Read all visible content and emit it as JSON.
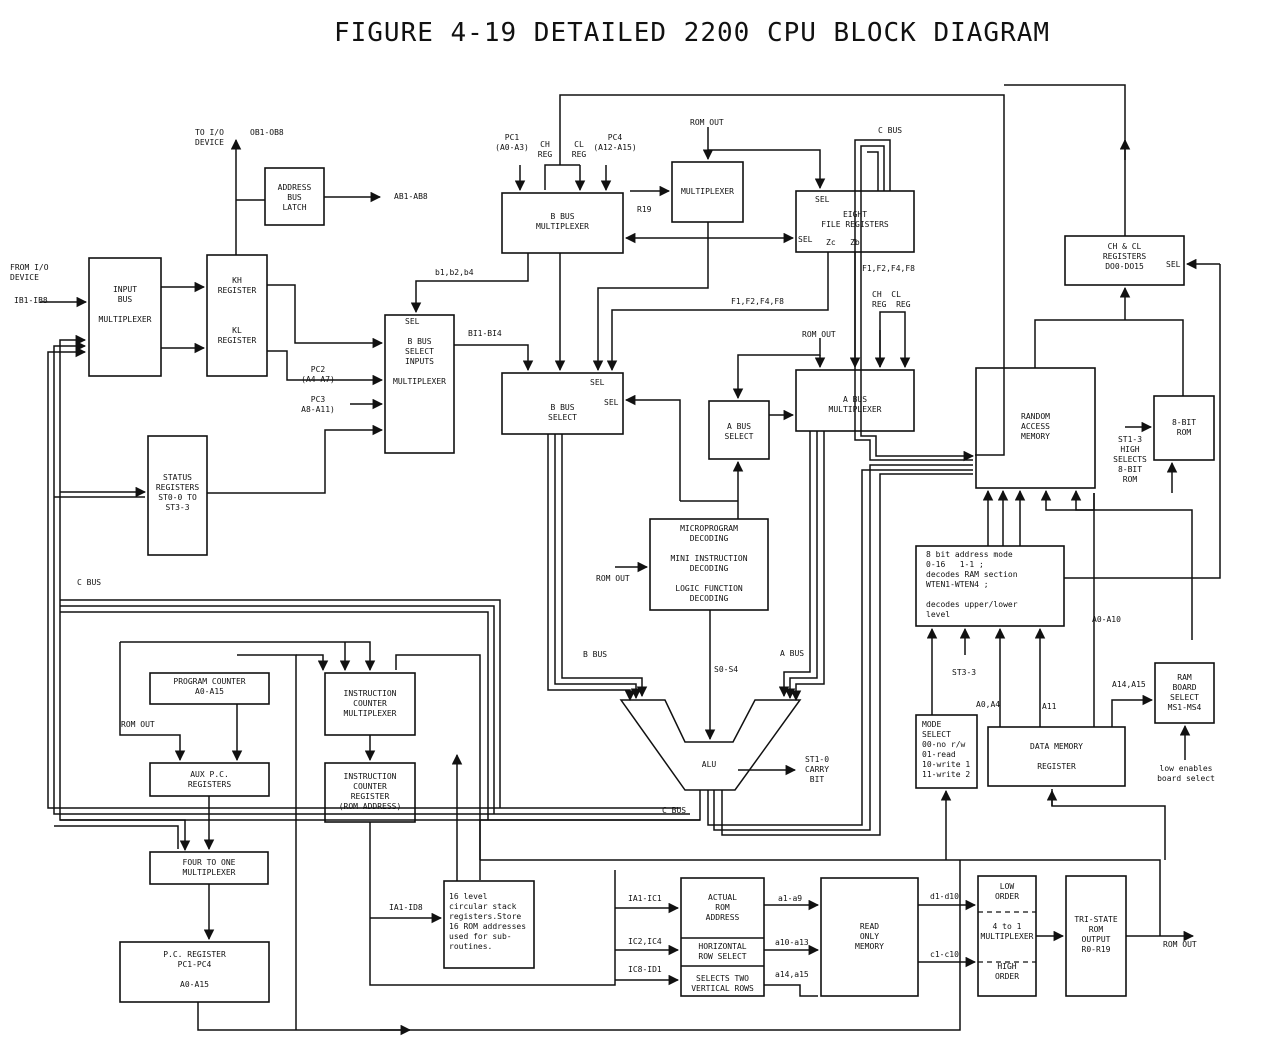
{
  "title": "FIGURE 4-19  DETAILED 2200 CPU BLOCK DIAGRAM",
  "blocks": {
    "input_bus_mux": "INPUT\nBUS\n\nMULTIPLEXER",
    "kh_kl": "KH\nREGISTER\n\n\n\nKL\nREGISTER",
    "address_bus_latch": "ADDRESS\nBUS\nLATCH",
    "status_registers": "STATUS\nREGISTERS\nST0-0 TO\nST3-3",
    "b_bus_select_inputs": "B BUS\nSELECT\nINPUTS\n\nMULTIPLEXER",
    "b_bus_mux": "B BUS\nMULTIPLEXER",
    "multiplexer": "MULTIPLEXER",
    "eight_file_registers": "EIGHT\nFILE REGISTERS",
    "b_bus_select": "B BUS\nSELECT",
    "a_bus_select": "A BUS\nSELECT",
    "a_bus_mux": "A BUS\nMULTIPLEXER",
    "microprogram_decoding": "MICROPROGRAM\nDECODING\n\nMINI INSTRUCTION\nDECODING\n\nLOGIC FUNCTION\nDECODING",
    "ch_cl_registers": "CH & CL\nREGISTERS\nDO0-DO15",
    "ram": "RANDOM\nACCESS\nMEMORY",
    "rom_8bit": "8-BIT\nROM",
    "address_mode": "8 bit address mode\n0-16   1-1 ;\ndecodes RAM section\nWTEN1-WTEN4 ;\n\ndecodes upper/lower\nlevel",
    "program_counter": "PROGRAM COUNTER\nA0-A15",
    "aux_pc_registers": "AUX P.C.\nREGISTERS",
    "instruction_counter_mux": "INSTRUCTION\nCOUNTER\nMULTIPLEXER",
    "instruction_counter_register": "INSTRUCTION\nCOUNTER\nREGISTER\n(ROM ADDRESS)",
    "four_to_one_mux": "FOUR TO ONE\nMULTIPLEXER",
    "pc_register": "P.C. REGISTER\nPC1-PC4\n\nA0-A15",
    "stack_registers": "16 level\ncircular stack\nregisters.Store\n16 ROM addresses\nused for sub-\nroutines.",
    "actual_rom_address": "ACTUAL\nROM\nADDRESS",
    "horizontal_row_select": "HORIZONTAL\nROW SELECT",
    "selects_two_vertical_rows": "SELECTS TWO\nVERTICAL ROWS",
    "read_only_memory": "READ\nONLY\nMEMORY",
    "four_to_one_multiplexer_low_high": "LOW\nORDER\n\n\n4 to 1\nMULTIPLEXER\n\n\nHIGH\nORDER",
    "tri_state_rom_output": "TRI-STATE\nROM\nOUTPUT\nR0-R19",
    "mode_select": "MODE\nSELECT\n00-no r/w\n01-read\n10-write 1\n11-write 2",
    "data_memory_register": "DATA MEMORY\n\nREGISTER",
    "ram_board_select": "RAM\nBOARD\nSELECT\nMS1-MS4",
    "alu": "ALU"
  },
  "labels": {
    "to_io_device": "TO I/O\nDEVICE",
    "ob": "OB1-OB8",
    "ab": "AB1-AB8",
    "from_io_device": "FROM I/O\nDEVICE",
    "ib": "IB1-IB8",
    "pc1": "PC1\n(A0-A3)",
    "ch_reg": "CH\nREG",
    "cl_reg": "CL\nREG",
    "pc4": "PC4\n(A12-A15)",
    "rom_out_top": "ROM OUT",
    "r19": "R19",
    "c_bus_top": "C BUS",
    "sel_file": "SEL",
    "sel_file_left": "SEL",
    "zc_zb": "Zc   Zb",
    "b1b2b4": "b1,b2,b4",
    "sel_bbsi": "SEL",
    "bi": "BI1-BI4",
    "pc2": "PC2\n(A4-A7)",
    "pc3": "PC3\nA8-A11)",
    "sel_bbs_1": "SEL",
    "sel_bbs_2": "SEL",
    "f_top": "F1,F2,F4,F8",
    "f_mid": "F1,F2,F4,F8",
    "ch_cl_reg_2": "CH  CL\nREG  REG",
    "rom_out_mid": "ROM OUT",
    "sel_ch": "SEL",
    "st1_3": "ST1-3\nHIGH\nSELECTS\n8-BIT\nROM",
    "c_bus_left": "C BUS",
    "rom_out_left": "ROM OUT",
    "rom_out_pc": "ROM OUT",
    "b_bus": "B BUS",
    "a_bus": "A BUS",
    "s0s4": "S0-S4",
    "st1_0": "ST1-0\nCARRY\nBIT",
    "c_bus_bottom": "C BUS",
    "st3_3": "ST3-3",
    "a0a4": "A0,A4",
    "a11": "A11",
    "a0a10": "A0-A10",
    "a14a15": "A14,A15",
    "low_enables": "low enables\nboard select",
    "ia_id": "IA1-ID8",
    "ia_ic": "IA1-IC1",
    "ic2_ic4": "IC2,IC4",
    "ic8_id1": "IC8-ID1",
    "a1a9": "a1-a9",
    "a10a13": "a10-a13",
    "a14a15_rom": "a14,a15",
    "d1d10": "d1-d10",
    "c1c10": "c1-c10",
    "rom_out_right": "ROM OUT"
  }
}
